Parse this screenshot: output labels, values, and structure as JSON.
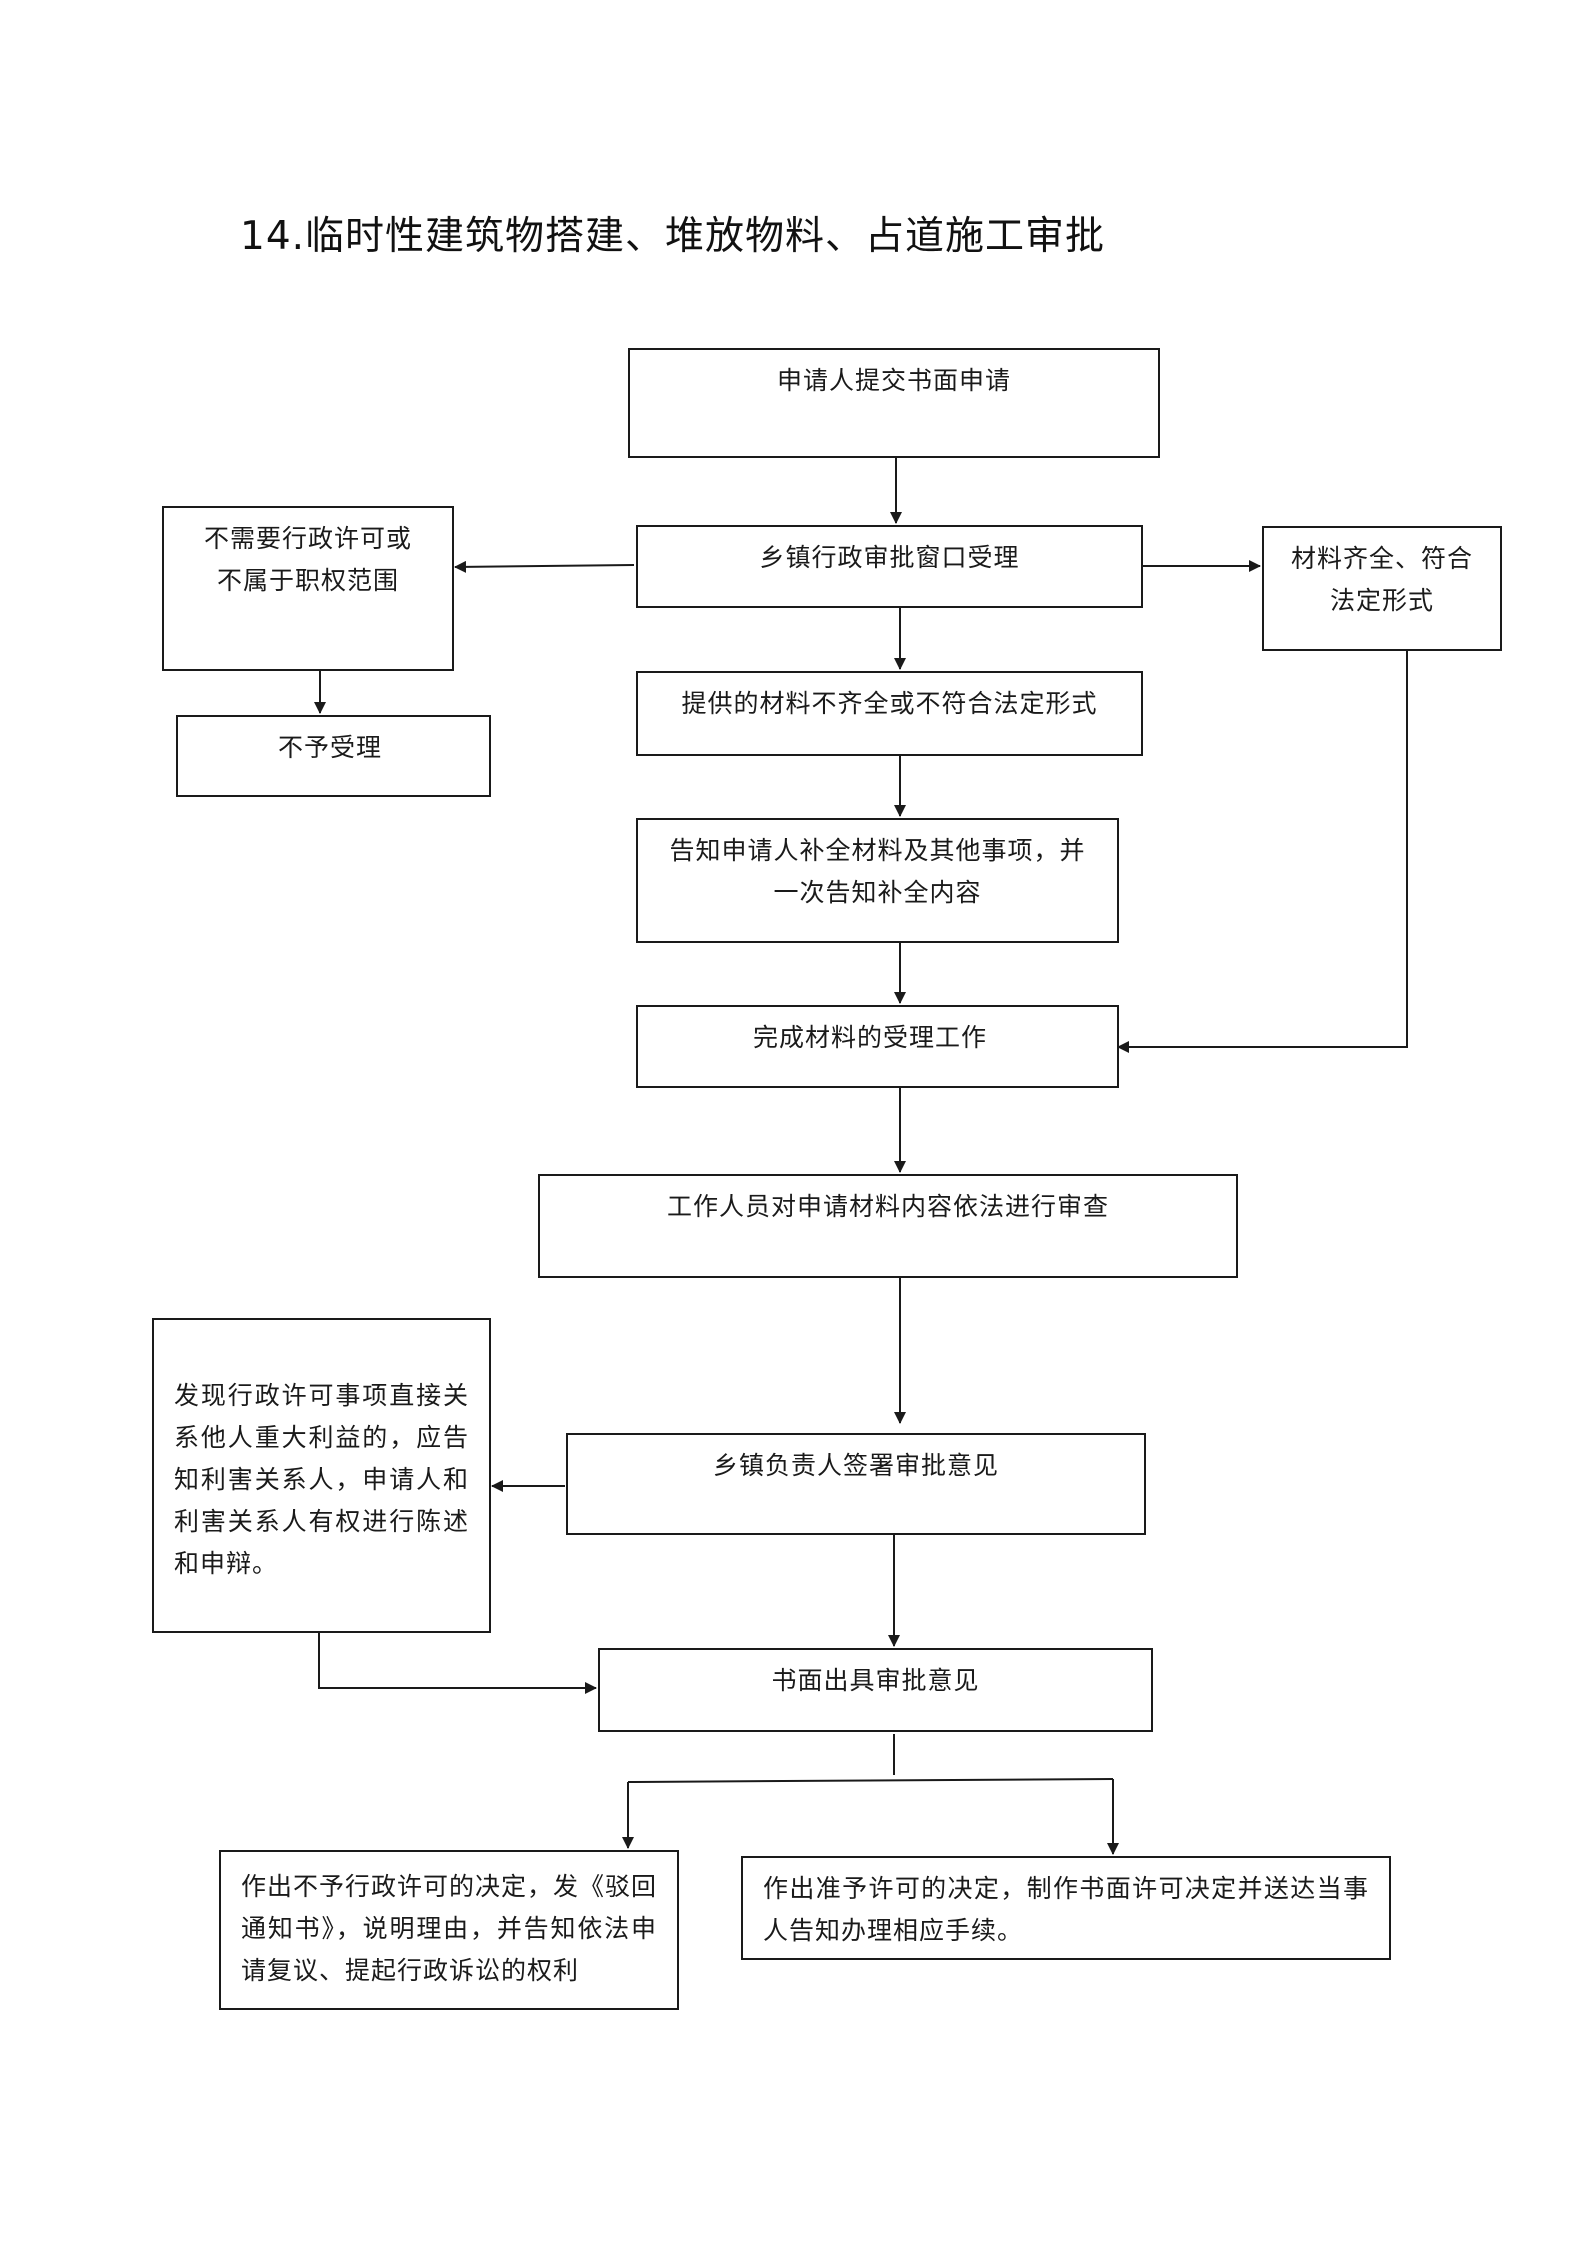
{
  "title": "14.临时性建筑物搭建、堆放物料、占道施工审批",
  "boxes": {
    "submit": "申请人提交书面申请",
    "accept_window": "乡镇行政审批窗口受理",
    "no_permit": "不需要行政许可或不属于职权范围",
    "reject": "不予受理",
    "complete_ok": "材料齐全、符合法定形式",
    "incomplete": "提供的材料不齐全或不符合法定形式",
    "notify_supplement": "告知申请人补全材料及其他事项，并一次告知补全内容",
    "finish_accept": "完成材料的受理工作",
    "review": "工作人员对申请材料内容依法进行审查",
    "hearing": "发现行政许可事项直接关系他人重大利益的，应告知利害关系人，申请人和利害关系人有权进行陈述和申辩。",
    "sign": "乡镇负责人签署审批意见",
    "written": "书面出具审批意见",
    "deny": "作出不予行政许可的决定，发《驳回通知书》，说明理由，并告知依法申请复议、提起行政诉讼的权利",
    "grant": "作出准予许可的决定，制作书面许可决定并送达当事人告知办理相应手续。"
  },
  "colors": {
    "line": "#1a1a1a",
    "background": "#ffffff"
  }
}
